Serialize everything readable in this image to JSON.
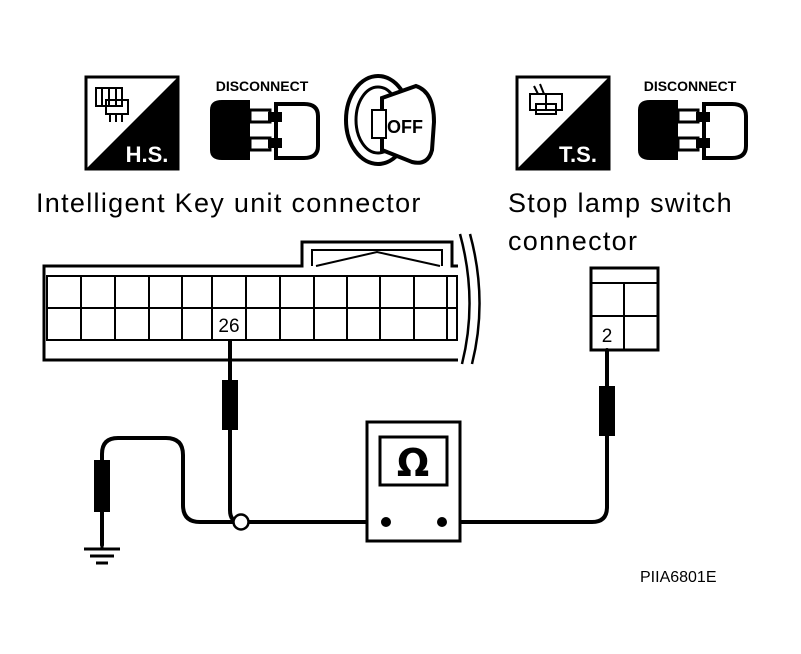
{
  "icons": {
    "hs_badge": "H.S.",
    "ts_badge": "T.S.",
    "disconnect_1": "DISCONNECT",
    "disconnect_2": "DISCONNECT",
    "key_off": "OFF"
  },
  "labels": {
    "intelligent_key": "Intelligent Key unit connector",
    "stop_lamp_line1": "Stop lamp switch",
    "stop_lamp_line2": "connector"
  },
  "pins": {
    "left_pin": "26",
    "right_pin": "2"
  },
  "meter": {
    "symbol": "Ω"
  },
  "figure_code": "PIIA6801E",
  "colors": {
    "ink": "#000000",
    "paper": "#ffffff"
  }
}
